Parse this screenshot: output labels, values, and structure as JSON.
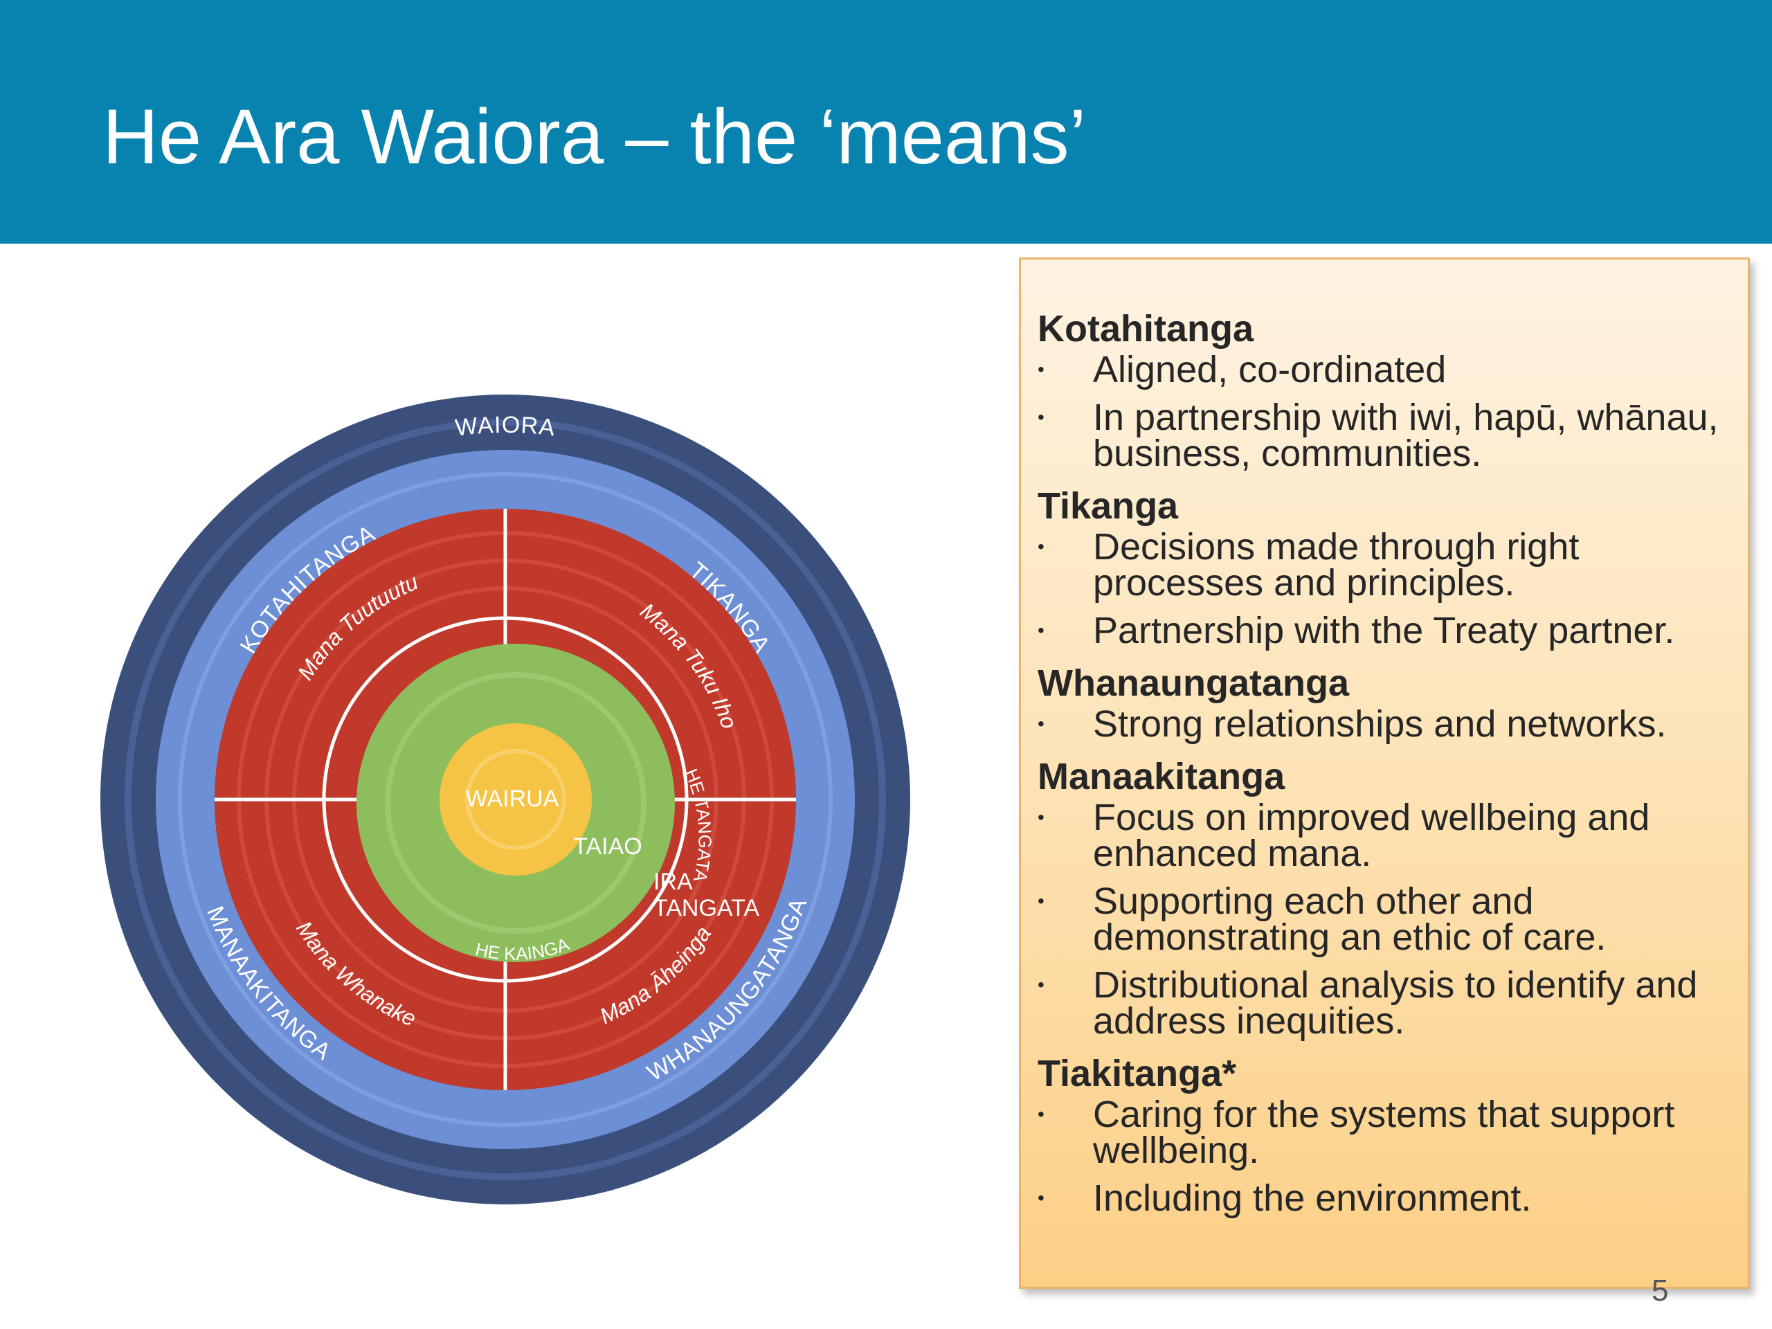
{
  "slide": {
    "title": "He Ara Waiora – the ‘means’",
    "page_number": "5"
  },
  "diagram": {
    "outer_ring_label": "WAIORA",
    "principle_labels": [
      "KOTAHITANGA",
      "TIKANGA",
      "WHANAUNGATANGA",
      "MANAAKITANGA"
    ],
    "mana_labels": [
      "Mana Tuutuutu",
      "Mana Tuku Iho",
      "Mana Āheinga",
      "Mana Whanake"
    ],
    "inner_labels": {
      "he_tangata": "HE TANGATA",
      "he_kainga": "HE KAINGA",
      "ira_tangata_1": "IRA",
      "ira_tangata_2": "TANGATA",
      "taiao": "TAIAO",
      "wairua": "WAIRUA"
    },
    "colors": {
      "outer_ring": "#3b4f7d",
      "blue_ring": "#6d8fd6",
      "red_ring": "#c0392b",
      "green_ring": "#8dbd5c",
      "yellow_center": "#f6c445"
    }
  },
  "panel": {
    "sections": [
      {
        "heading": "Kotahitanga",
        "bullets": [
          "Aligned, co-ordinated",
          "In partnership with iwi, hapū, whānau, business, communities."
        ]
      },
      {
        "heading": "Tikanga",
        "bullets": [
          "Decisions made through right processes and principles.",
          "Partnership with the Treaty partner."
        ]
      },
      {
        "heading": "Whanaungatanga",
        "bullets": [
          "Strong relationships and networks."
        ]
      },
      {
        "heading": "Manaakitanga",
        "bullets": [
          "Focus on improved wellbeing and enhanced mana.",
          "Supporting each other and demonstrating an ethic of care.",
          "Distributional analysis to identify and address inequities."
        ]
      },
      {
        "heading": "Tiakitanga*",
        "bullets": [
          "Caring for the systems that support wellbeing.",
          "Including the environment."
        ]
      }
    ]
  }
}
